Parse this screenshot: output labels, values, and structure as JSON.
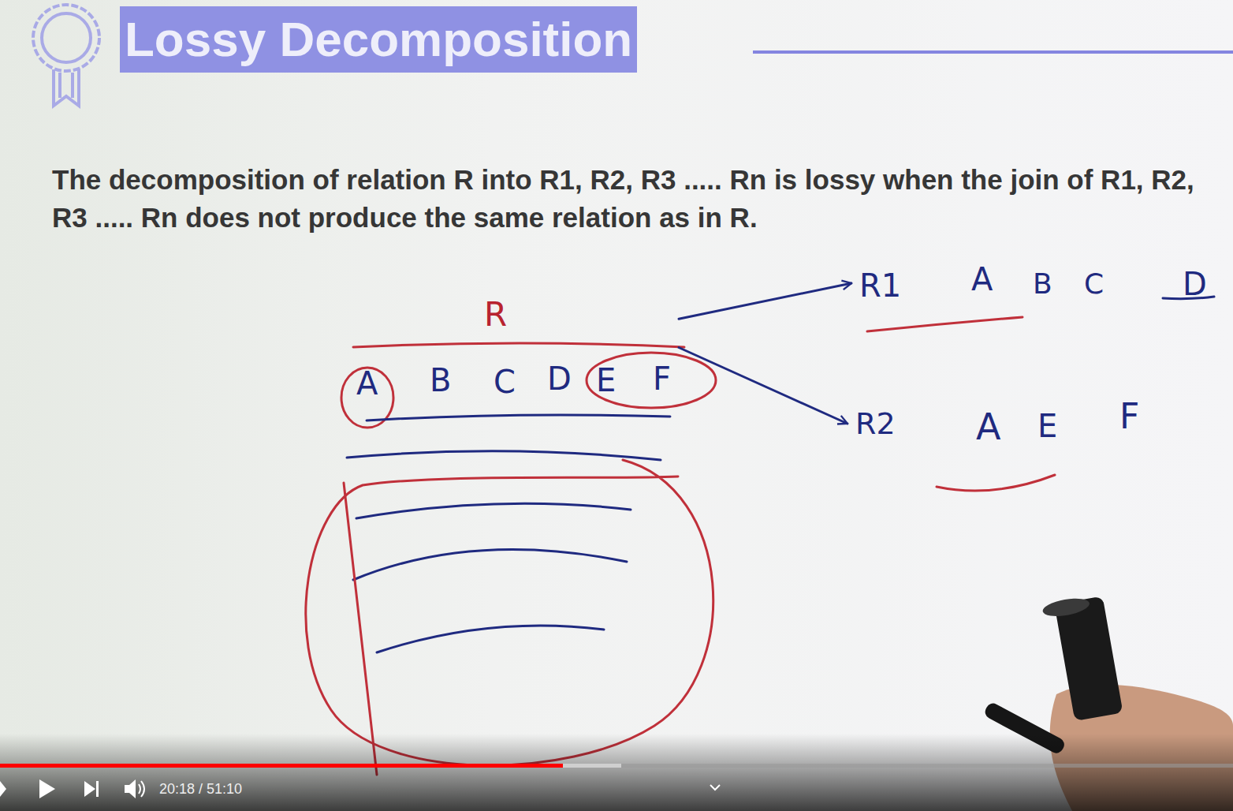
{
  "diagram": {
    "title": "Lossy Decomposition",
    "nodes": [
      {
        "text": [
          "R",
          "A",
          "B",
          "C",
          "D",
          "E",
          "F"
        ]
      },
      {
        "text": [
          "R1",
          "A",
          "B",
          "C",
          "D"
        ]
      },
      {
        "text": [
          "R2",
          "A",
          "E",
          "F"
        ]
      }
    ],
    "edges": [
      {
        "from": 0,
        "to": 1,
        "arrow": "to"
      },
      {
        "from": 0,
        "to": 2,
        "arrow": "to"
      }
    ],
    "labels": [
      "The decomposition of relation R into R1, R2, R3 ..... Rn is lossy when the join of R1, R2, R3 ..... Rn does not produce the same relation as in R.",
      "20:18 / 51:10"
    ]
  }
}
